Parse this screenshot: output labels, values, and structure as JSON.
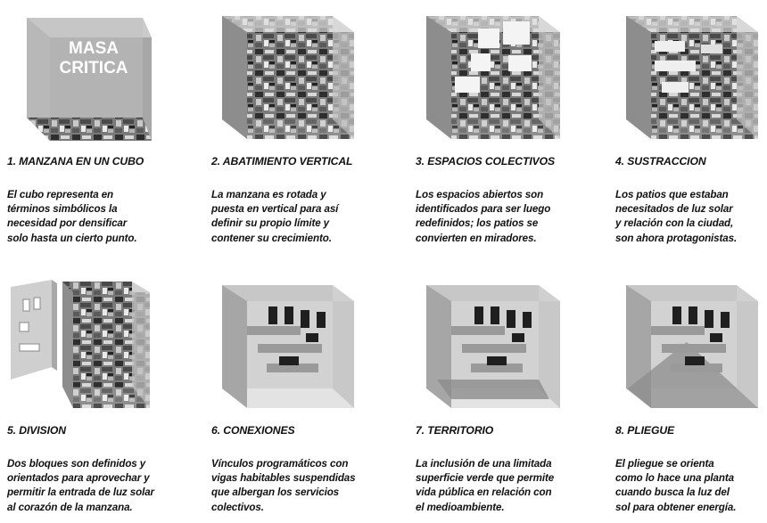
{
  "cube_label": [
    "MASA",
    "CRITICA"
  ],
  "steps": [
    {
      "title": "1. MANZANA EN UN CUBO",
      "lines": [
        "El cubo representa en",
        "términos simbólicos la",
        "necesidad por densificar",
        "solo hasta un cierto punto."
      ]
    },
    {
      "title": "2. ABATIMIENTO VERTICAL",
      "lines": [
        "La manzana es rotada y",
        "puesta en vertical para así",
        "definir su propio límite y",
        "contener su crecimiento."
      ]
    },
    {
      "title": "3. ESPACIOS COLECTIVOS",
      "lines": [
        "Los espacios abiertos son",
        "identificados para ser luego",
        "redefinidos; los patios se",
        "convierten en miradores."
      ]
    },
    {
      "title": "4. SUSTRACCION",
      "lines": [
        "Los patios que estaban",
        "necesitados de luz solar",
        "y relación con la ciudad,",
        "son ahora protagonistas."
      ]
    },
    {
      "title": "5. DIVISION",
      "lines": [
        "Dos bloques son definidos y",
        "orientados para aprovechar y",
        "permitir la entrada de luz solar",
        "al corazón de la manzana."
      ]
    },
    {
      "title": "6. CONEXIONES",
      "lines": [
        "Vínculos programáticos con",
        "vigas habitables suspendidas",
        "que albergan los servicios",
        "colectivos."
      ]
    },
    {
      "title": "7. TERRITORIO",
      "lines": [
        "La inclusión de una limitada",
        "superficie verde que permite",
        "vida pública en relación con",
        "el medioambiente."
      ]
    },
    {
      "title": "8. PLIEGUE",
      "lines": [
        "El pliegue se orienta",
        "como lo hace una planta",
        "cuando busca la luz del",
        "sol para obtener energía."
      ]
    }
  ]
}
